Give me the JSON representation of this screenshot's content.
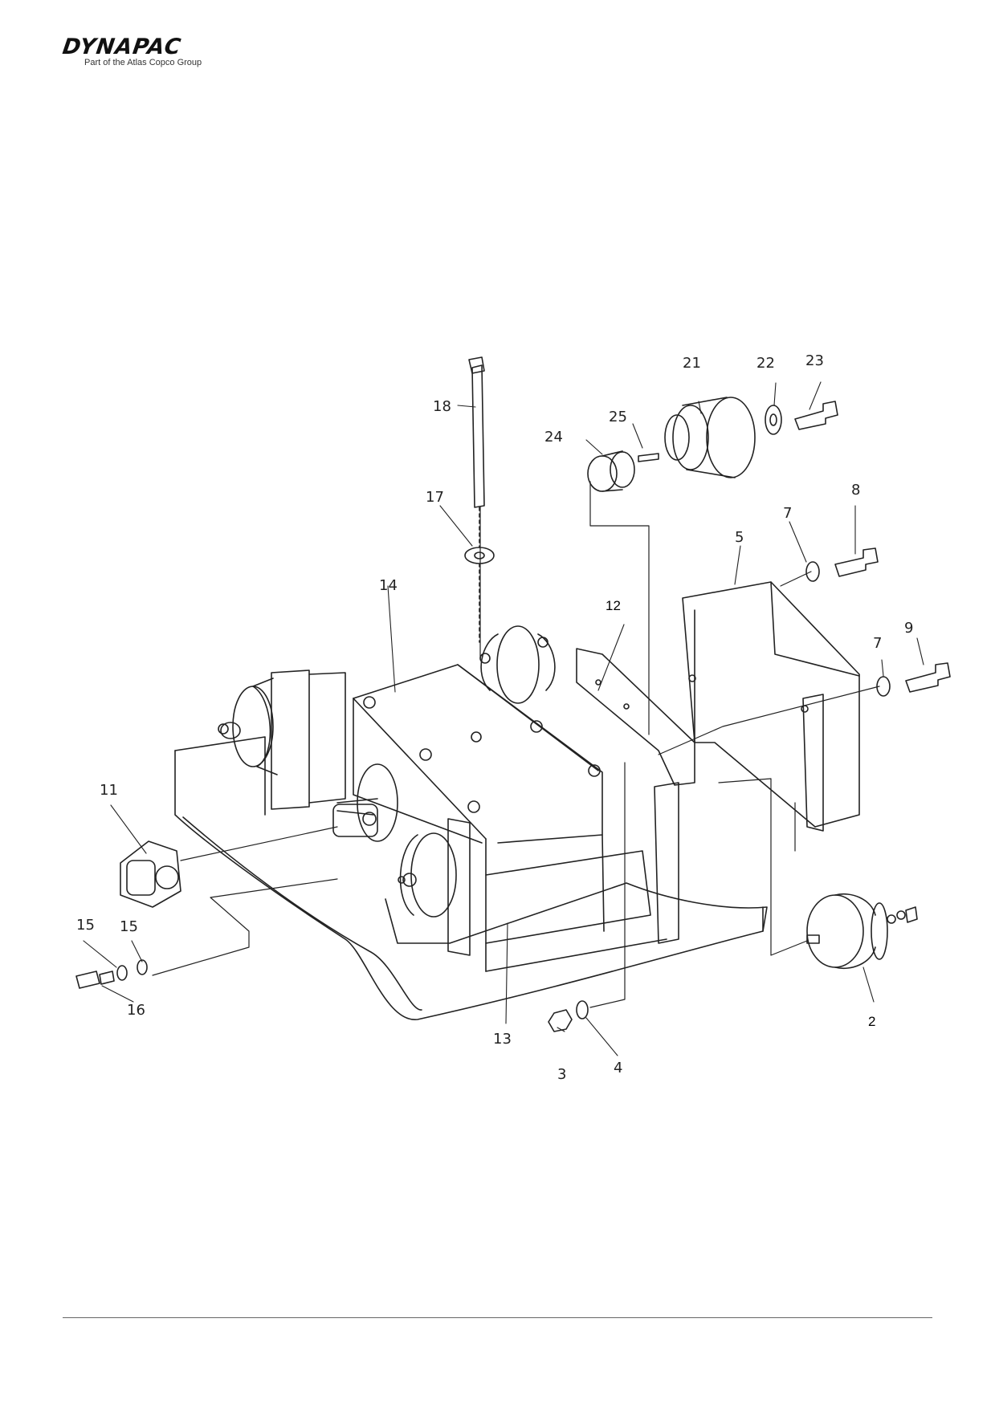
{
  "brand": {
    "name": "DYNAPAC",
    "tagline": "Part of the Atlas Copco Group"
  },
  "callouts": [
    "2",
    "3",
    "4",
    "5",
    "7",
    "7",
    "8",
    "9",
    "11",
    "12",
    "13",
    "14",
    "15",
    "15",
    "16",
    "17",
    "18",
    "21",
    "22",
    "23",
    "24",
    "25"
  ]
}
